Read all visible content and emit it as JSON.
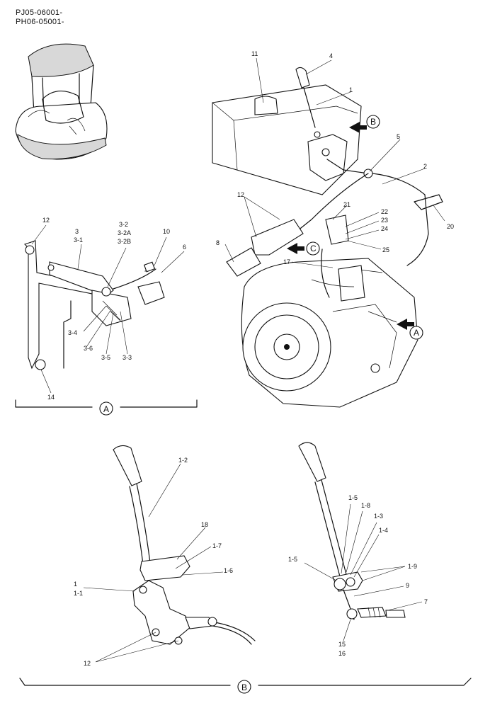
{
  "header": {
    "serial_1": "PJ05-06001-",
    "serial_2": "PH06-05001-"
  },
  "view_markers": {
    "A": "A",
    "B": "B",
    "C": "C"
  },
  "detail_A_callouts": [
    "12",
    "3",
    "3-1",
    "3-2",
    "3-2A",
    "3-2B",
    "10",
    "6",
    "3-4",
    "3-6",
    "3-5",
    "3-3",
    "14"
  ],
  "main_callouts": [
    "11",
    "4",
    "1",
    "B",
    "5",
    "2",
    "12",
    "21",
    "22",
    "23",
    "24",
    "8",
    "C",
    "25",
    "17",
    "20",
    "A"
  ],
  "detail_B_left_callouts": [
    "1-2",
    "18",
    "1-7",
    "1-6",
    "1",
    "1-1",
    "12"
  ],
  "detail_B_right_callouts": [
    "1-5",
    "1-8",
    "1-3",
    "1-4",
    "1-5",
    "1-9",
    "9",
    "7",
    "15",
    "16"
  ],
  "colors": {
    "ink": "#111111",
    "paper": "#ffffff",
    "shade": "#d8d8d8"
  }
}
